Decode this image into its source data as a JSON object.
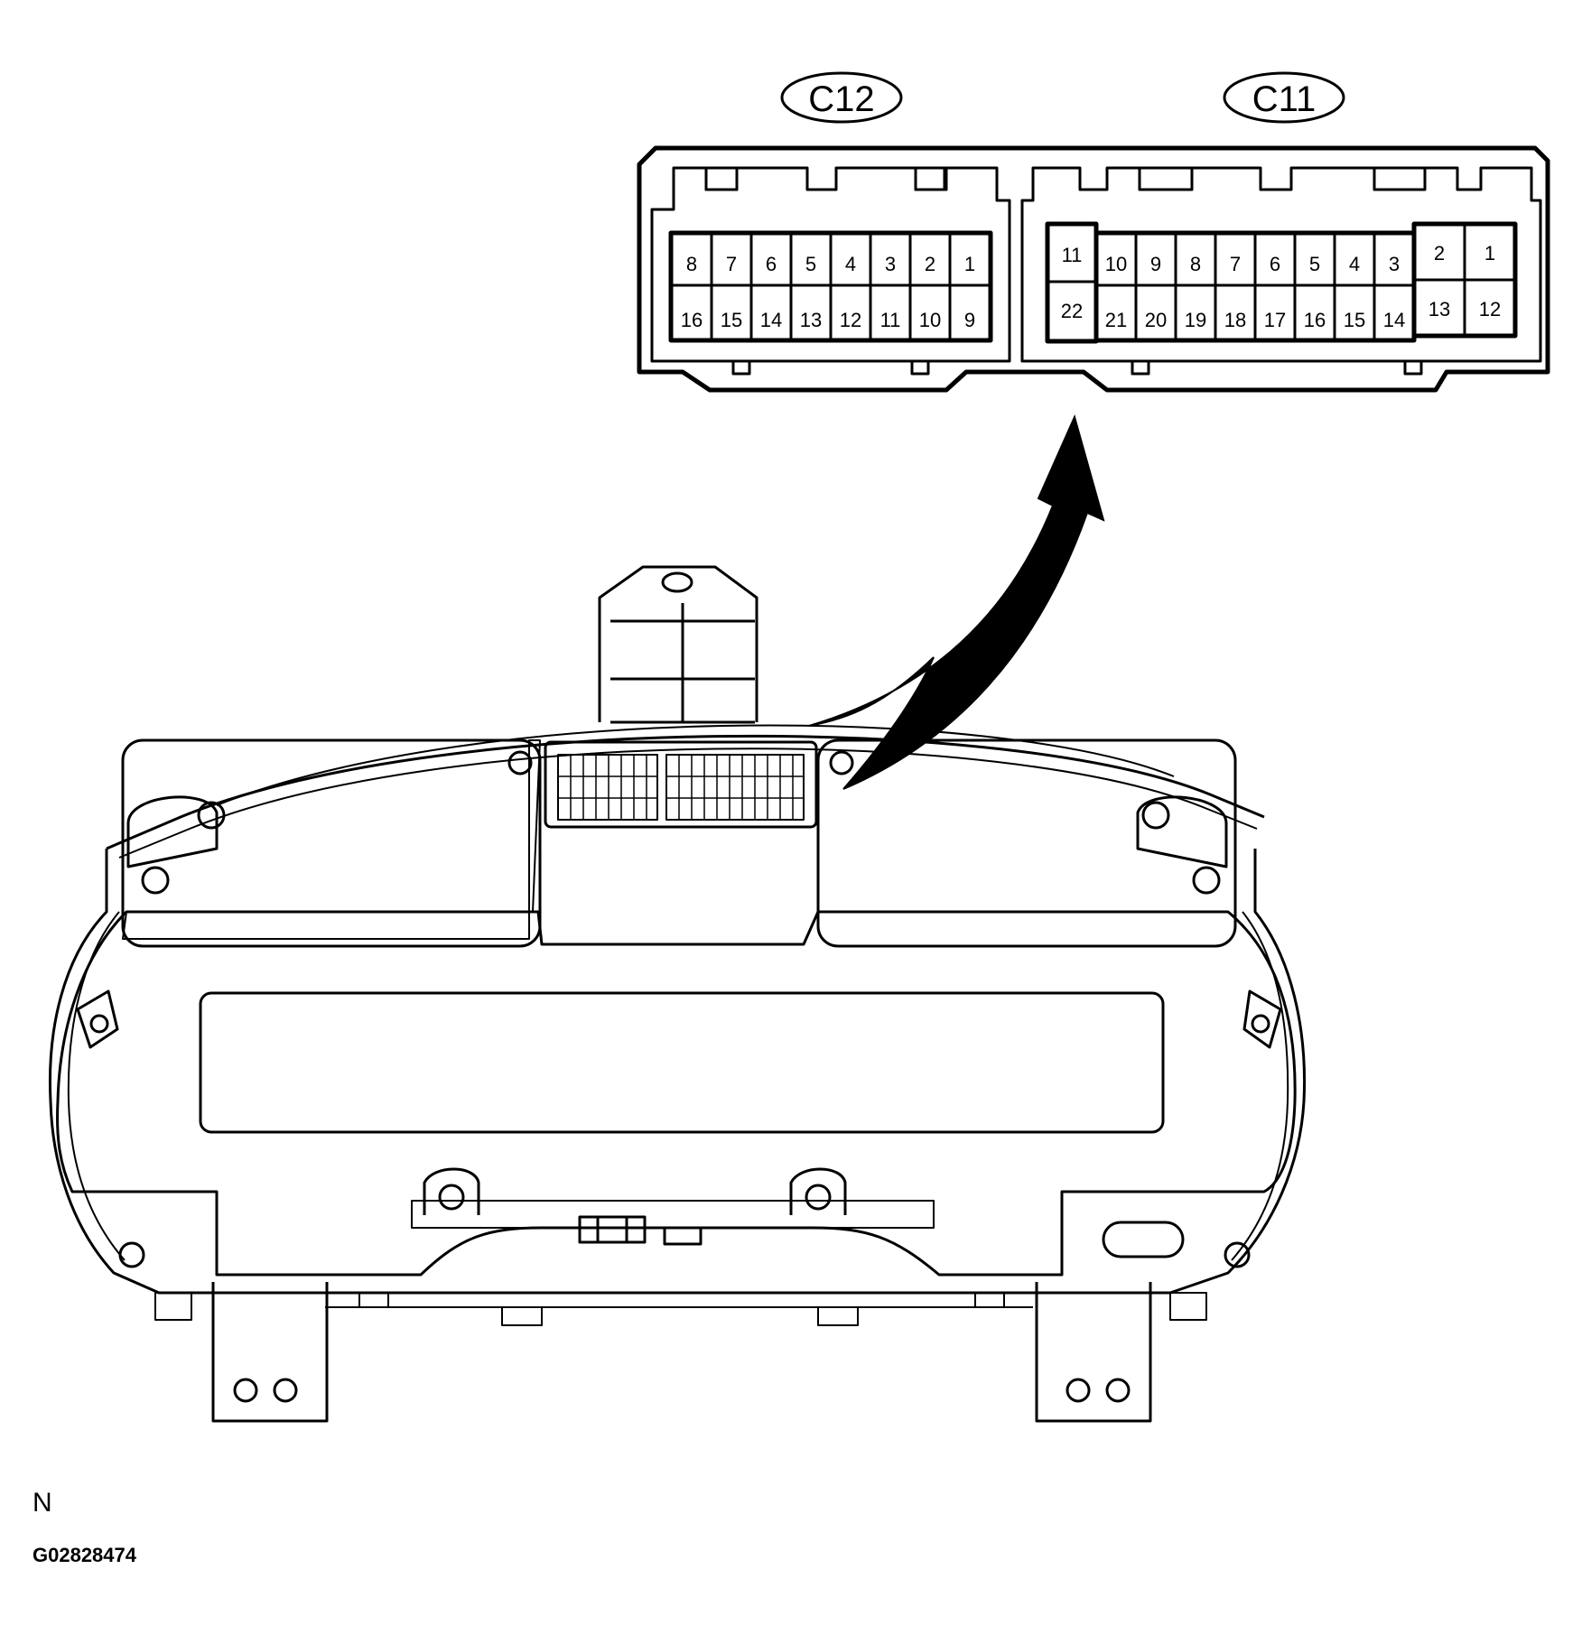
{
  "connectors": [
    {
      "id": "C12",
      "rows": [
        [
          "8",
          "7",
          "6",
          "5",
          "4",
          "3",
          "2",
          "1"
        ],
        [
          "16",
          "15",
          "14",
          "13",
          "12",
          "11",
          "10",
          "9"
        ]
      ]
    },
    {
      "id": "C11",
      "left_block": [
        "11",
        "22"
      ],
      "rows": [
        [
          "10",
          "9",
          "8",
          "7",
          "6",
          "5",
          "4",
          "3"
        ],
        [
          "21",
          "20",
          "19",
          "18",
          "17",
          "16",
          "15",
          "14"
        ]
      ],
      "right_block": [
        [
          "2",
          "1"
        ],
        [
          "13",
          "12"
        ]
      ]
    }
  ],
  "view_letter": "N",
  "figure_id": "G02828474",
  "colors": {
    "line": "#000000",
    "background": "#ffffff"
  },
  "icons": {
    "arrow": "curved-arrow-icon"
  }
}
